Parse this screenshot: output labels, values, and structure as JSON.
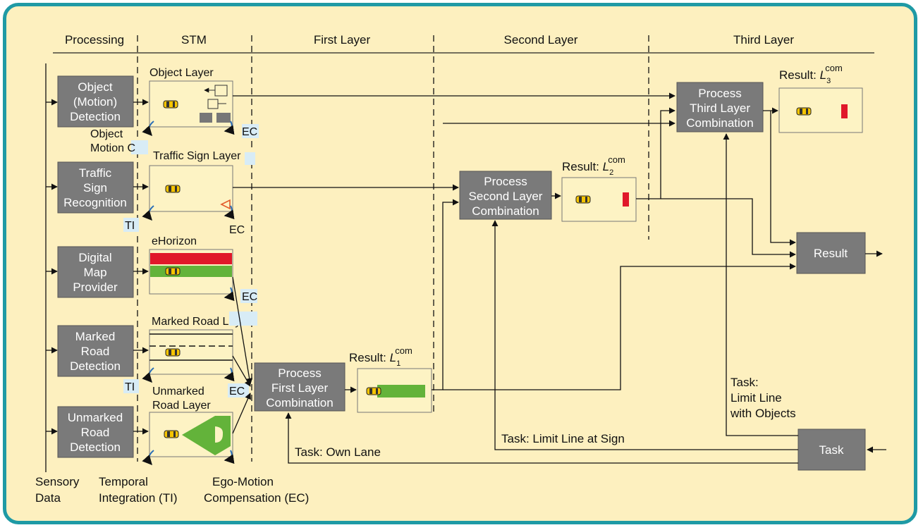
{
  "columns": {
    "processing": "Processing",
    "stm": "STM",
    "first": "First Layer",
    "second": "Second Layer",
    "third": "Third Layer"
  },
  "processing_boxes": {
    "object": [
      "Object",
      "(Motion)",
      "Detection"
    ],
    "traffic": [
      "Traffic",
      "Sign",
      "Recognition"
    ],
    "map": [
      "Digital",
      "Map",
      "Provider"
    ],
    "marked": [
      "Marked",
      "Road",
      "Detection"
    ],
    "unmarked": [
      "Unmarked",
      "Road",
      "Detection"
    ]
  },
  "stm_layers": {
    "object": "Object Layer",
    "traffic": "Traffic Sign Layer",
    "ehorizon": "eHorizon",
    "marked": "Marked Road Layer",
    "unmarked": [
      "Unmarked",
      "Road Layer"
    ]
  },
  "stm_tags": {
    "object_motion": [
      "Object",
      "Motion C"
    ],
    "ec": "EC",
    "ti": "TI"
  },
  "process": {
    "first": [
      "Process",
      "First Layer",
      "Combination"
    ],
    "second": [
      "Process",
      "Second Layer",
      "Combination"
    ],
    "third": [
      "Process",
      "Third Layer",
      "Combination"
    ]
  },
  "results": {
    "prefix": "Result: ",
    "symbol": "L",
    "sup": "com",
    "sub1": "1",
    "sub2": "2",
    "sub3": "3"
  },
  "result_box": "Result",
  "task_box": "Task",
  "tasks": {
    "own_lane": "Task: Own Lane",
    "limit_sign": "Task: Limit Line at Sign",
    "limit_objects": [
      "Task:",
      "Limit Line",
      "with Objects"
    ]
  },
  "legend": {
    "sensory": [
      "Sensory",
      "Data"
    ],
    "temporal": [
      "Temporal",
      "Integration (TI)"
    ],
    "ego": [
      "Ego-Motion",
      "Compensation (EC)"
    ]
  },
  "colors": {
    "frame": "#1f9aa5",
    "background": "#fdf0bf",
    "box": "#7a7a7a",
    "panel": "#fdf3c4",
    "red": "#e0182a",
    "green": "#63b33a",
    "tag": "#d8ecf6"
  }
}
